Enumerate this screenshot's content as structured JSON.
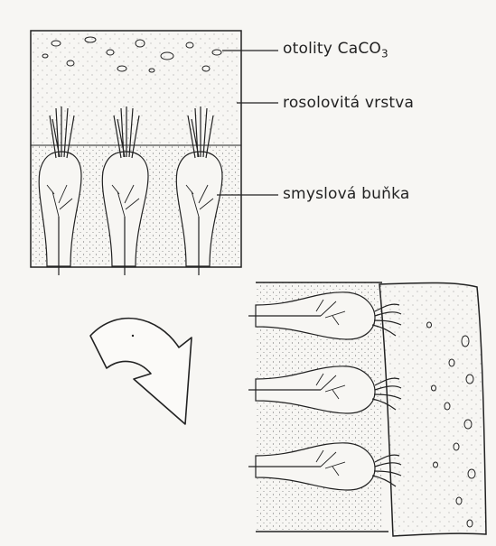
{
  "labels": {
    "otoliths": "otolity CaCO",
    "otoliths_sub": "3",
    "gel_layer": "rosolovitá vrstva",
    "sensory_cell": "smyslová buňka"
  },
  "colors": {
    "ink": "#222222",
    "paper": "#f7f6f3",
    "stipple": "#555555"
  }
}
